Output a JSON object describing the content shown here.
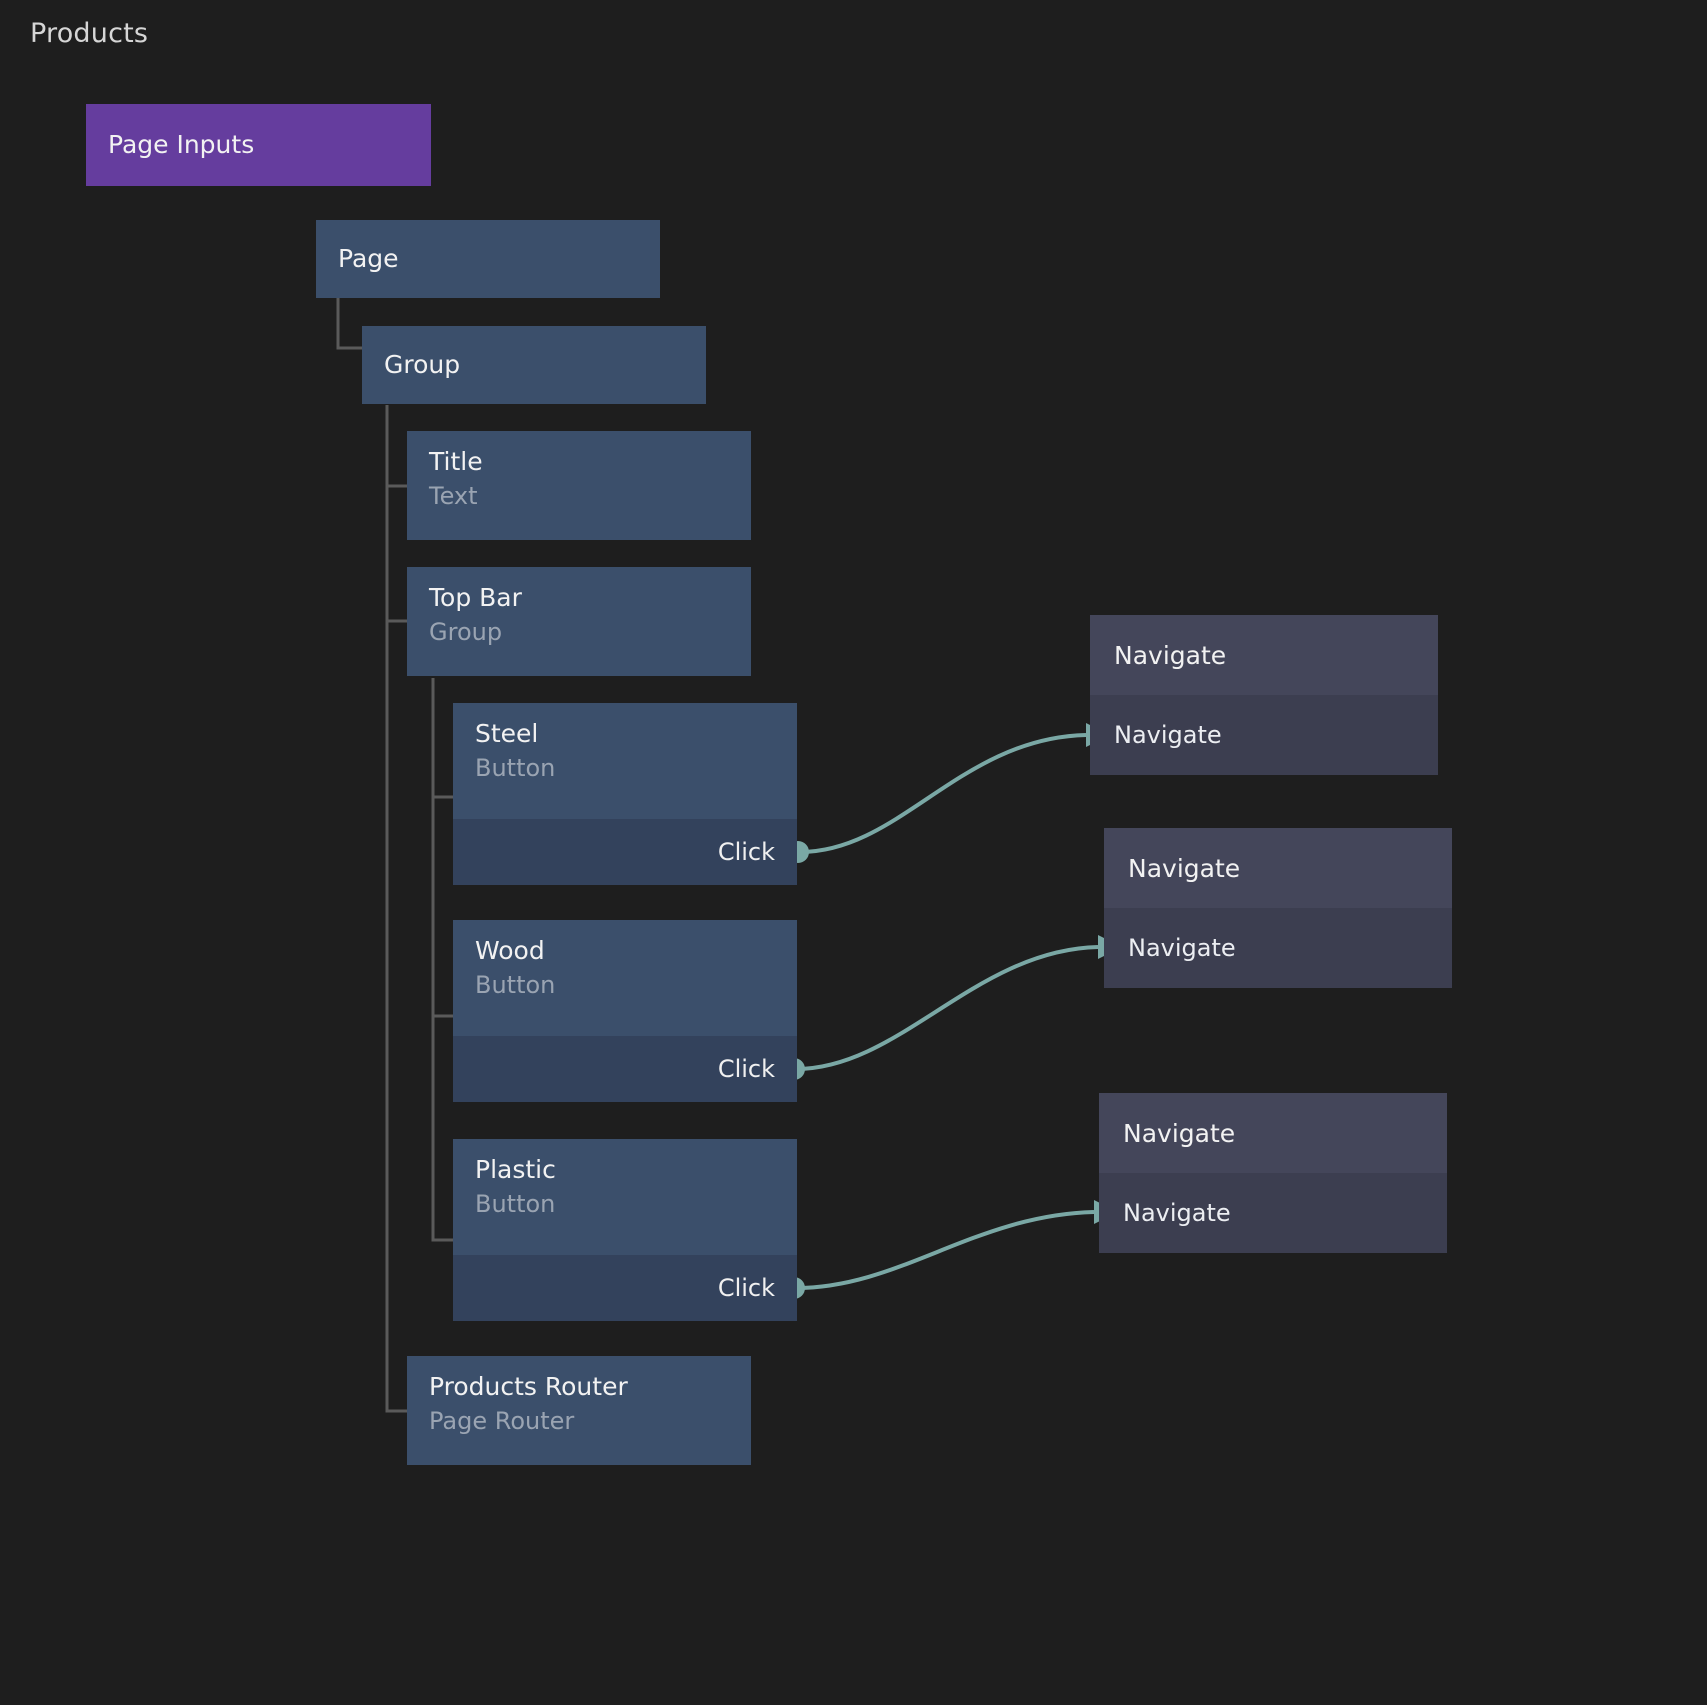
{
  "graph": {
    "title": "Products",
    "colors": {
      "background": "#1e1e1e",
      "node_blue": "#3b4f6b",
      "node_event": "#33425c",
      "node_purple": "#653d9e",
      "action_head": "#44465a",
      "action_row": "#3c3e50",
      "connector_teal": "#7aa8a5",
      "tree_line": "#5a5a5a",
      "text_primary": "#f2f2f2",
      "text_secondary": "#9aa4b2"
    },
    "page_inputs": {
      "label": "Page Inputs"
    },
    "tree": [
      {
        "id": "page",
        "title": "Page",
        "subtitle": ""
      },
      {
        "id": "group",
        "title": "Group",
        "subtitle": ""
      },
      {
        "id": "title",
        "title": "Title",
        "subtitle": "Text"
      },
      {
        "id": "topbar",
        "title": "Top Bar",
        "subtitle": "Group"
      },
      {
        "id": "steel",
        "title": "Steel",
        "subtitle": "Button",
        "event": "Click"
      },
      {
        "id": "wood",
        "title": "Wood",
        "subtitle": "Button",
        "event": "Click"
      },
      {
        "id": "plastic",
        "title": "Plastic",
        "subtitle": "Button",
        "event": "Click"
      },
      {
        "id": "router",
        "title": "Products Router",
        "subtitle": "Page Router"
      }
    ],
    "actions": [
      {
        "id": "nav1",
        "head": "Navigate",
        "row": "Navigate"
      },
      {
        "id": "nav2",
        "head": "Navigate",
        "row": "Navigate"
      },
      {
        "id": "nav3",
        "head": "Navigate",
        "row": "Navigate"
      }
    ]
  }
}
